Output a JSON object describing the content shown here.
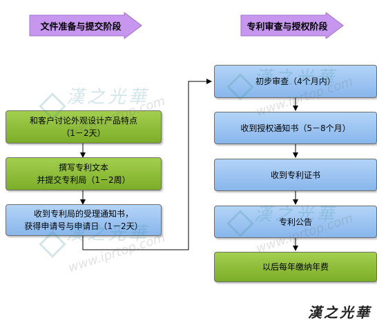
{
  "stages": {
    "left_title": "文件准备与提交阶段",
    "right_title": "专利审查与授权阶段"
  },
  "left_steps": [
    {
      "text": "和客户讨论外观设计产品特点\n（1－2天）"
    },
    {
      "text": "撰写专利文本\n并提交专利局（1－2周）"
    },
    {
      "text": "收到专利局的受理通知书，\n获得申请号与申请日（1－2天）"
    }
  ],
  "right_steps": [
    {
      "text": "初步审查（4个月内）"
    },
    {
      "text": "收到授权通知书（5－8个月）"
    },
    {
      "text": "收到专利证书"
    },
    {
      "text": "专利公告"
    },
    {
      "text": "以后每年缴纳年费"
    }
  ],
  "watermark": {
    "logo": "漢之光華",
    "url": "www.iprtop.com"
  },
  "brand": "漢之光華",
  "colors": {
    "arrow_fill": "#c797ef",
    "green": "#8dbd34",
    "blue": "#9cc4f2",
    "connector": "#000000"
  }
}
